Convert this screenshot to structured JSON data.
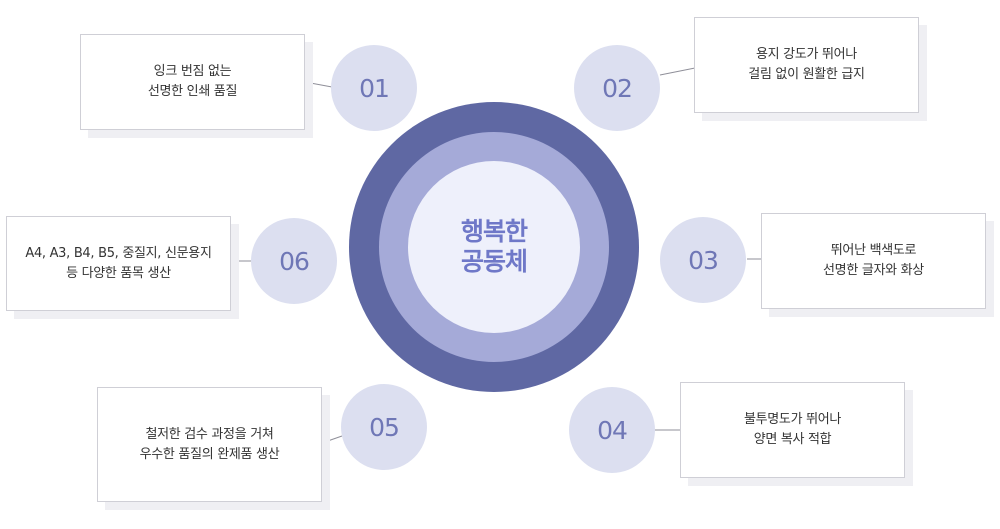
{
  "center": {
    "title": "행복한\n공동체"
  },
  "items": [
    {
      "number": "01",
      "text": "잉크 번짐 없는\n선명한 인쇄 품질"
    },
    {
      "number": "02",
      "text": "용지 강도가 뛰어나\n걸림 없이 원활한 급지"
    },
    {
      "number": "03",
      "text": "뛰어난 백색도로\n선명한 글자와 화상"
    },
    {
      "number": "04",
      "text": "불투명도가 뛰어나\n양면 복사 적합"
    },
    {
      "number": "05",
      "text": "철저한 검수 과정을 거쳐\n우수한 품질의 완제품 생산"
    },
    {
      "number": "06",
      "text": "A4, A3, B4, B5, 중질지, 신문용지\n등 다양한 품목 생산"
    }
  ],
  "colors": {
    "outer_ring": "#5f68a3",
    "middle_ring": "#a5aad8",
    "inner_circle": "#eef0fb",
    "number_circle": "#dcdff0",
    "number_text": "#6f77b6",
    "center_text": "#6f78c8"
  }
}
